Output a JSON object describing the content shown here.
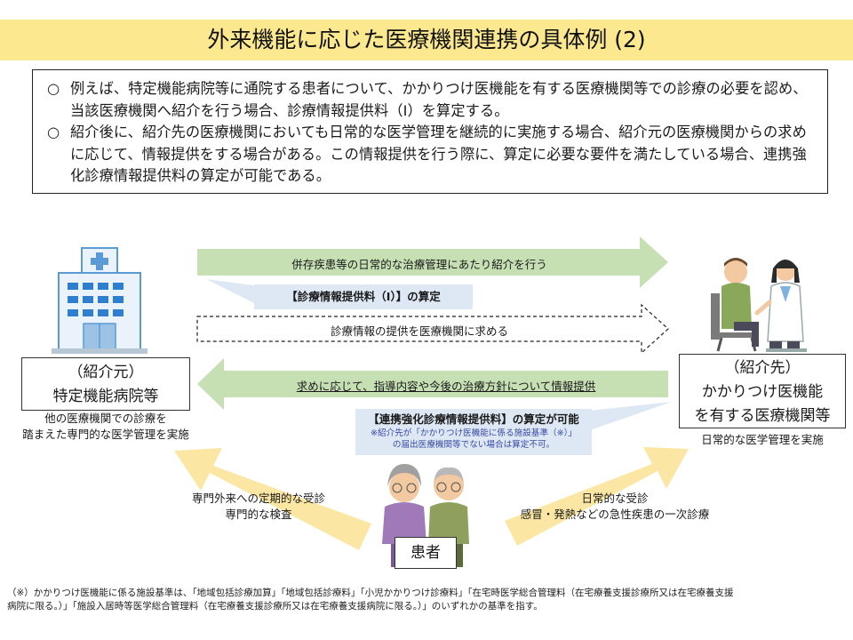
{
  "title": "外来機能に応じた医療機関連携の具体例 (2)",
  "intro": {
    "bullet": "○",
    "paragraphs": [
      "例えば、特定機能病院等に通院する患者について、かかりつけ医機能を有する医療機関等での診療の必要を認め、当該医療機関へ紹介を行う場合、診療情報提供料（Ⅰ）を算定する。",
      "紹介後に、紹介先の医療機関においても日常的な医学管理を継続的に実施する場合、紹介元の医療機関からの求めに応じて、情報提供をする場合がある。この情報提供を行う際に、算定に必要な要件を満たしている場合、連携強化診療情報提供料の算定が可能である。"
    ]
  },
  "referrer": {
    "role": "（紹介元）",
    "name": "特定機能病院等",
    "caption_lines": [
      "他の医療機関での診療を",
      "踏まえた専門的な医学管理を実施"
    ]
  },
  "referee": {
    "role": "（紹介先）",
    "name_lines": [
      "かかりつけ医機能",
      "を有する医療機関等"
    ],
    "caption": "日常的な医学管理を実施"
  },
  "flows": {
    "referral": "併存疾患等の日常的な治療管理にあたり紹介を行う",
    "fee1": "【診療情報提供料（Ⅰ）】の算定",
    "request": "診療情報の提供を医療機関に求める",
    "provide": "求めに応じて、指導内容や今後の治療方針について情報提供",
    "fee2_title": "【連携強化診療情報提供料】の算定が可能",
    "fee2_note_lines": [
      "※紹介先が「かかりつけ医機能に係る施設基準（※）」",
      "の届出医療機関等でない場合は算定不可。"
    ],
    "patient_left_lines": [
      "専門外来への定期的な受診",
      "専門的な検査"
    ],
    "patient_right_lines": [
      "日常的な受診",
      "感冒・発熱などの急性疾患の一次診療"
    ]
  },
  "patient": {
    "label": "患者"
  },
  "footer_lines": [
    "（※）かかりつけ医機能に係る施設基準は、「地域包括診療加算」「地域包括診療料」「小児かかりつけ診療料」「在宅時医学総合管理料（在宅療養支援診療所又は在宅療養支援",
    "病院に限る。）」「施設入居時等医学総合管理料（在宅療養支援診療所又は在宅療養支援病院に限る。）」のいずれかの基準を指す。"
  ],
  "colors": {
    "title_band": "#fbe88f",
    "green_arrow": "#c6e0b4",
    "yellow_arrow": "#fbe7a3",
    "callout": "#dde8f4",
    "note_blue": "#3a4aa8"
  }
}
